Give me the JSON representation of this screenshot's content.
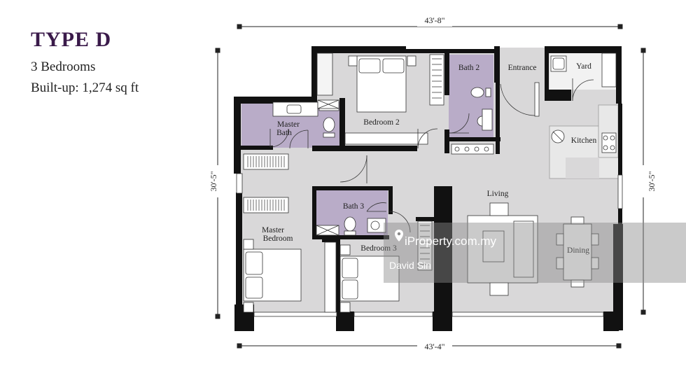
{
  "header": {
    "title": "TYPE D",
    "bedrooms": "3 Bedrooms",
    "builtup": "Built-up: 1,274 sq ft"
  },
  "dimensions": {
    "top": "43'-8\"",
    "bottom": "43'-4\"",
    "left": "30'-5\"",
    "right": "30'-5\""
  },
  "rooms": {
    "bedroom2": "Bedroom 2",
    "bath2": "Bath 2",
    "entrance": "Entrance",
    "yard": "Yard",
    "master_bath_1": "Master",
    "master_bath_2": "Bath",
    "kitchen": "Kitchen",
    "living": "Living",
    "bath3": "Bath 3",
    "master_bedroom_1": "Master",
    "master_bedroom_2": "Bedroom",
    "bedroom3": "Bedroom 3",
    "dining": "Dining"
  },
  "watermark": {
    "brand": "iProperty.com.my",
    "agent": "David Sin"
  },
  "colors": {
    "wall": "#111111",
    "floor": "#d9d8d9",
    "bath": "#b9acc8",
    "title": "#3a1a4a"
  }
}
